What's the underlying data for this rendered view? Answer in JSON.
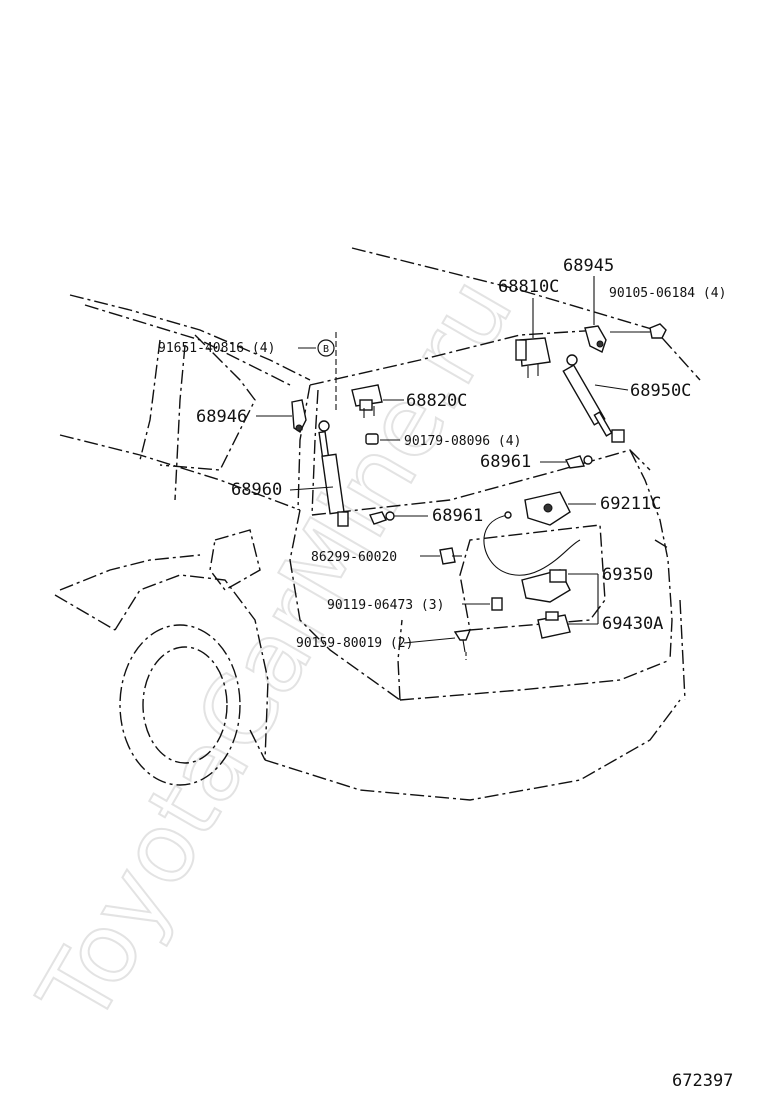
{
  "watermark": "ToyotaCarMine.ru",
  "diagram_id": "672397",
  "callouts": {
    "c68945": "68945",
    "c68810c": "68810C",
    "c90105": "90105-06184 (4)",
    "c91651": "91651-40816 (4)",
    "ref_b": "B",
    "c68946": "68946",
    "c68820c": "68820C",
    "c90179": "90179-08096 (4)",
    "c68950c": "68950C",
    "c68961_upper": "68961",
    "c68960": "68960",
    "c68961_lower": "68961",
    "c69211c": "69211C",
    "c86299": "86299-60020",
    "c69350": "69350",
    "c90119": "90119-06473 (3)",
    "c90159": "90159-80019 (2)",
    "c69430a": "69430A"
  }
}
